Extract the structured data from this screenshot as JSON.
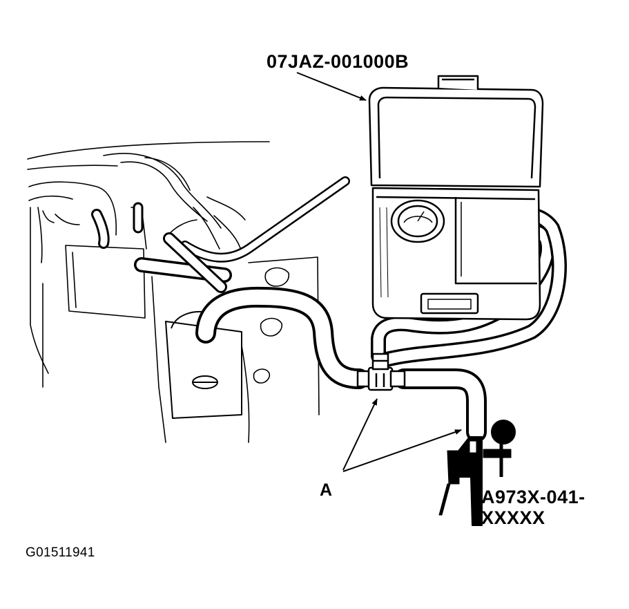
{
  "labels": {
    "tester_part_number": "07JAZ-001000B",
    "callout_a": "A",
    "pump_part_number_line1": "A973X-041-",
    "pump_part_number_line2": "XXXXX",
    "figure_id": "G01511941"
  },
  "colors": {
    "ink": "#000000",
    "paper": "#ffffff"
  }
}
